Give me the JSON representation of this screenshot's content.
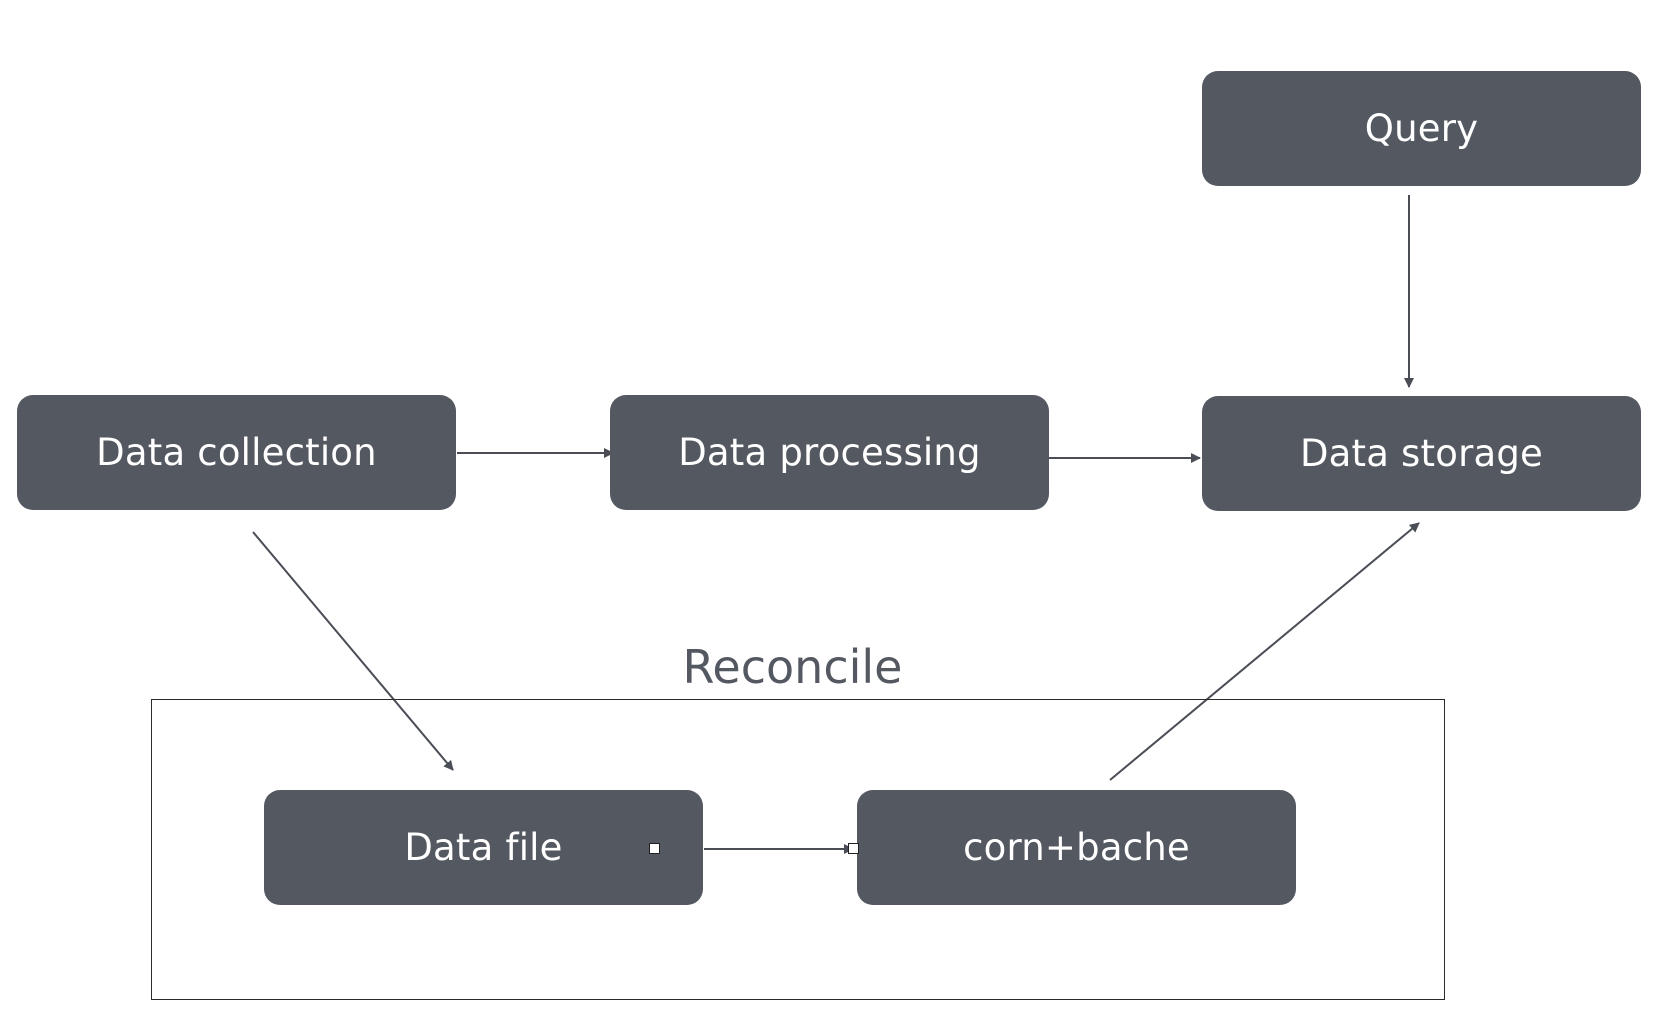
{
  "colors": {
    "node_fill": "#545861",
    "node_text": "#ffffff",
    "connector": "#4a4d55",
    "group_border": "#2b2b2b",
    "group_label": "#545861"
  },
  "nodes": {
    "query": "Query",
    "data_collection": "Data collection",
    "data_processing": "Data processing",
    "data_storage": "Data storage",
    "data_file": "Data file",
    "corn_bache": "corn+bache"
  },
  "group": {
    "label": "Reconcile"
  },
  "edges": [
    {
      "from": "Query",
      "to": "Data storage"
    },
    {
      "from": "Data collection",
      "to": "Data processing"
    },
    {
      "from": "Data processing",
      "to": "Data storage"
    },
    {
      "from": "Data collection",
      "to": "Data file"
    },
    {
      "from": "Data file",
      "to": "corn+bache"
    },
    {
      "from": "corn+bache",
      "to": "Data storage"
    }
  ]
}
